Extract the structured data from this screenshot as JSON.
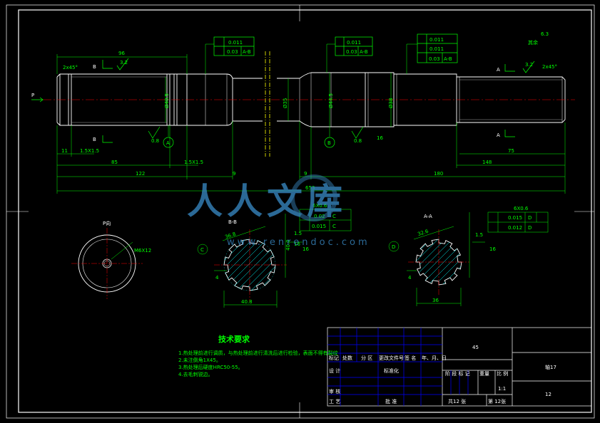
{
  "dimensions": {
    "d96": "96",
    "chamfer_left": "2x45°",
    "chamfer_right": "2x45°",
    "rough_left": "3.2",
    "rough_right": "3.2",
    "rough_mid": "0.8",
    "rough_mid2": "0.8",
    "rough_top": "6.3",
    "d11": "11",
    "d15x15": "1.5X1.5",
    "d15x15b": "1.5X1.5",
    "d85": "85",
    "d122": "122",
    "d9a": "9",
    "d9b": "9",
    "d180": "180",
    "d75": "75",
    "d148": "148",
    "d653": "653",
    "d16a": "16",
    "d16b": "16",
    "d16c": "16",
    "d16d": "16",
    "dia35": "Ø35",
    "dia_left": "Ø40.5",
    "dia_mid": "Ø44.5",
    "dia_right": "Ø38",
    "m6x12": "M6X12",
    "dim_368": "36.8",
    "dim_408": "40.8",
    "dim_400": "40.0",
    "dim_4": "4",
    "dim_4b": "4",
    "dim_36": "36",
    "dim_32": "32.6",
    "dim_15": "1.5",
    "dim_15b": "1.5"
  },
  "markers": {
    "section_b": "B",
    "section_b2": "B",
    "section_a": "A",
    "section_a2": "A",
    "view_p": "P",
    "view_p_label": "P向",
    "datum_a": "A",
    "datum_b": "B",
    "datum_c": "C",
    "datum_d": "D",
    "bb_title": "B-B",
    "aa_title": "A-A"
  },
  "tolerances": {
    "t1a": "0.011",
    "t1b": "0.03",
    "t1c": "A-B",
    "t2a": "0.011",
    "t2b": "0.03",
    "t2c": "A-B",
    "t3a": "0.011",
    "t3b": "0.011",
    "t3c": "0.03",
    "t3d": "A-B",
    "t4a": "0.02",
    "t4b": "C",
    "t4c": "0.015",
    "t4d": "C",
    "t5a": "0.015",
    "t5b": "D",
    "t5c": "0.012",
    "t5d": "D",
    "t4head": "6X0.6",
    "t5head": "6X0.6"
  },
  "other_surface": "其余",
  "tech": {
    "title": "技术要求",
    "line1": "1.热处理前进行调质，与热处理前进行清洗后进行检验，表面不得有裂纹",
    "line2": "2.未注倒角1X45。",
    "line3": "3.热处理后硬度HRC50-55。",
    "line4": "4.去毛刺锐边。"
  },
  "title_block": {
    "material": "45",
    "part_name": "轴17",
    "drawing_no": "12",
    "h_biaoji": "标记",
    "h_chushu": "处数",
    "h_fenqu": "分 区",
    "h_gengai": "更改文件号",
    "h_qianming": "签 名",
    "h_date": "年、月、日",
    "h_sheji": "设 计",
    "h_biaozhun": "标准化",
    "h_jieduan": "阶 段 标 记",
    "h_zhongliang": "重量",
    "h_bili": "比 例",
    "scale": "1:1",
    "h_shenhe": "审 核",
    "h_gongyi": "工 艺",
    "h_pizhun": "批 准",
    "sheets": "共12 张",
    "sheet_no": "第 12张"
  },
  "watermark": {
    "text": "人人文库",
    "url": "www.renrendoc.com"
  },
  "colors": {
    "background": "#000000",
    "outline": "#ffffff",
    "dimension": "#00ff00",
    "centerline": "#ff0000",
    "hatch": "#00ffff",
    "break_line": "#ffff00",
    "watermark": "#3a8cc8"
  }
}
